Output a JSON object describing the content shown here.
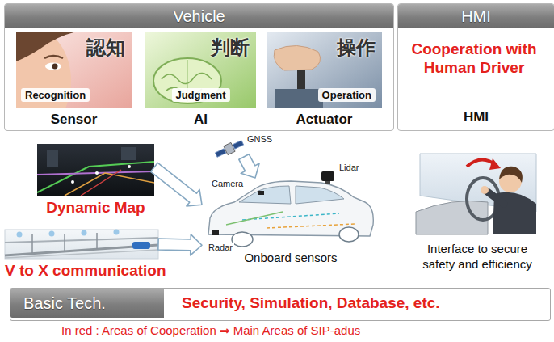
{
  "diagram": {
    "nodes": [
      {
        "text": [
          "Vehicle"
        ]
      },
      {
        "text": [
          "認知",
          "Recognition",
          "Sensor"
        ],
        "in": 0
      },
      {
        "text": [
          "判断",
          "Judgment",
          "AI"
        ],
        "in": 0
      },
      {
        "text": [
          "操作",
          "Operation",
          "Actuator"
        ],
        "in": 0
      },
      {
        "text": [
          "HMI",
          "Cooperation with Human Driver",
          "HMI"
        ]
      },
      {
        "text": [
          "Dynamic Map"
        ]
      },
      {
        "text": [
          "GNSS"
        ]
      },
      {
        "text": [
          "Onboard sensors"
        ]
      },
      {
        "text": [
          "V to X communication"
        ]
      },
      {
        "text": [
          "Interface to secure safety and efficiency"
        ]
      },
      {
        "text": [
          "Basic Tech.",
          "Security, Simulation, Database, etc."
        ]
      }
    ],
    "edges": [
      {
        "from": 5,
        "to": 7,
        "arrow": "to"
      },
      {
        "from": 6,
        "to": 7,
        "arrow": "to"
      },
      {
        "from": 8,
        "to": 7,
        "arrow": "to"
      }
    ],
    "labels": [
      "Lidar",
      "Camera",
      "Radar",
      "In red : Areas of Cooperation ⇒ Main Areas of SIP-adus"
    ]
  }
}
